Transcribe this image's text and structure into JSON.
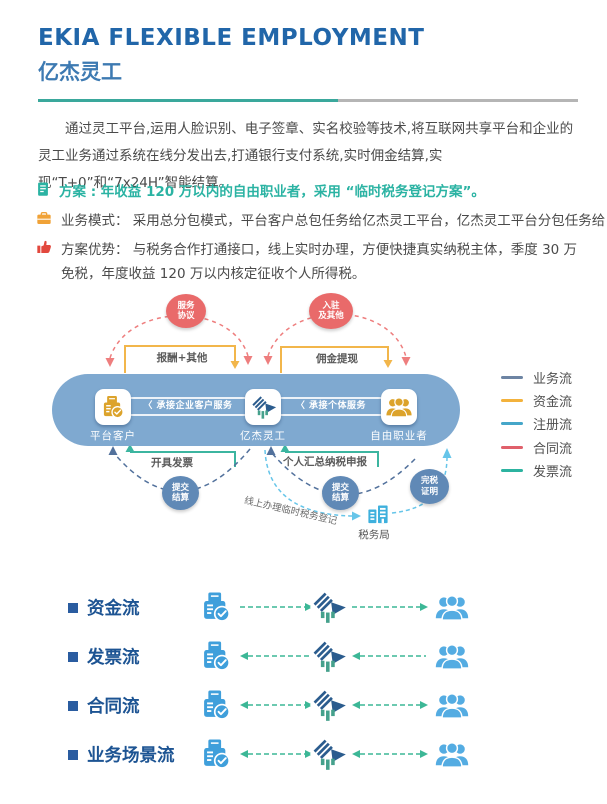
{
  "colors": {
    "title_blue": "#2166a9",
    "subtitle_blue": "#3d7ab2",
    "divider_teal": "#3aa89c",
    "scheme_teal": "#2bb3a3",
    "business_orange": "#f0a237",
    "advantage_red": "#e2483d",
    "pill_blue": "#7fa9d0",
    "flow_label_blue": "#1d5493"
  },
  "header": {
    "title": "EKIA FLEXIBLE EMPLOYMENT",
    "subtitle": "亿杰灵工"
  },
  "intro": "通过灵工平台,运用人脸识别、电子签章、实名校验等技术,将互联网共享平台和企业的灵工业务通过系统在线分发出去,打通银行支付系统,实时佣金结算,实现“T+0”和“7x24H”智能结算。",
  "bullets": [
    {
      "icon": "document-icon",
      "text": "方案 : 年收益 120 万以内的自由职业者，采用 “临时税务登记方案”。"
    },
    {
      "icon": "briefcase-icon",
      "text": "业务模式： 采用总分包模式，平台客户总包任务给亿杰灵工平台，亿杰灵工平台分包任务给自由职业者。"
    },
    {
      "icon": "thumbs-up-icon",
      "text": "方案优势： 与税务合作打通接口，线上实时办理，方便快捷真实纳税主体，季度 30 万免税，年度收益 120 万以内核定征收个人所得税。"
    }
  ],
  "diagram": {
    "contract_badges": [
      {
        "line1": "服务",
        "line2": "协议"
      },
      {
        "line1": "入驻",
        "line2": "及其他"
      }
    ],
    "fund_labels": [
      "报酬+其他",
      "佣金提现"
    ],
    "invoice_labels": [
      "开具发票",
      "个人汇总纳税申报"
    ],
    "business_badges": [
      {
        "line1": "提交",
        "line2": "结算"
      },
      {
        "line1": "提交",
        "line2": "结算"
      }
    ],
    "tax_badge": {
      "line1": "完税",
      "line2": "证明"
    },
    "nodes": [
      {
        "label": "平台客户",
        "icon": "machine-icon"
      },
      {
        "label": "亿杰灵工",
        "icon": "ekia-logo-icon"
      },
      {
        "label": "自由职业者",
        "icon": "people-icon"
      }
    ],
    "band_labels": [
      "〈 承接企业客户服务",
      "〈 承接个体服务"
    ],
    "register_label": "线上办理临时税务登记",
    "tax_bureau_label": "税务局",
    "legend": [
      {
        "label": "业务流",
        "color": "#6d84a3"
      },
      {
        "label": "资金流",
        "color": "#f3b23c"
      },
      {
        "label": "注册流",
        "color": "#45a6c9"
      },
      {
        "label": "合同流",
        "color": "#e0606b"
      },
      {
        "label": "发票流",
        "color": "#2cb3a0"
      }
    ]
  },
  "flows": [
    {
      "label": "资金流",
      "direction": "right"
    },
    {
      "label": "发票流",
      "direction": "left"
    },
    {
      "label": "合同流",
      "direction": "both"
    },
    {
      "label": "业务场景流",
      "direction": "both"
    }
  ]
}
